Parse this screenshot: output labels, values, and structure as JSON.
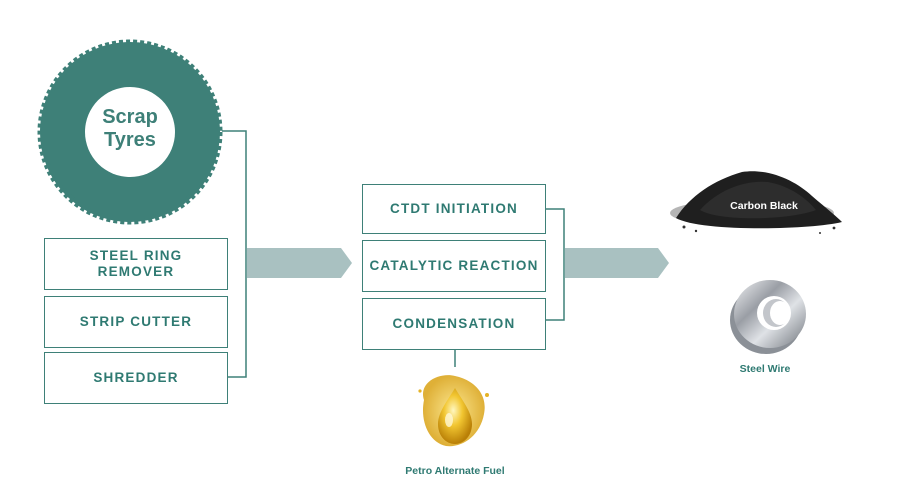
{
  "tyre": {
    "label_line1": "Scrap",
    "label_line2": "Tyres"
  },
  "preprocess": [
    {
      "label_line1": "STEEL RING",
      "label_line2": "REMOVER"
    },
    {
      "label_line1": "STRIP CUTTER"
    },
    {
      "label_line1": "SHREDDER"
    }
  ],
  "process": [
    {
      "label": "CTDT INITIATION"
    },
    {
      "label": "CATALYTIC REACTION"
    },
    {
      "label": "CONDENSATION"
    }
  ],
  "outputs": {
    "fuel": "Petro Alternate Fuel",
    "carbon": "Carbon Black",
    "steel": "Steel Wire"
  },
  "colors": {
    "teal": "#3e8078",
    "arrow": "#a9c1c1",
    "text": "#2f7a72"
  }
}
